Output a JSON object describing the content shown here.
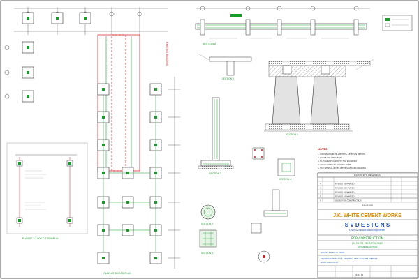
{
  "title_block": {
    "client_name": "J.K. WHITE CEMENT WORKS",
    "consultant_name": "S V D E S I G N S",
    "consultant_tagline": "Civil & Structural Engineers",
    "status": "FOR CONSTRUCTION",
    "project_name": "J.K. WHITE CEMENT WORKS",
    "project_location": "GOTAN,RAJASTHAN",
    "structure_name": "ACCEPTED DUTY SHED",
    "drawing_title_1": "FOUNDATION PLAN & FOOTING AND COLUMN DETAILS",
    "drawing_title_2": "REINFORCEMENT",
    "revision_header": "REVISION",
    "reference_header": "REFERENCE DRAWINGS",
    "date": "24.03.11",
    "accent_green": "#1a9c2a",
    "title_blue": "#1f4fbf",
    "client_orange": "#d98a00",
    "revisions": [
      {
        "no": "0",
        "text": "ISSUED FOR CONSTRUCTION"
      },
      {
        "no": "1",
        "text": "REVISED AS MARKED"
      },
      {
        "no": "2",
        "text": "REVISED AS MARKED"
      },
      {
        "no": "3",
        "text": "REVISED AS MARKED"
      },
      {
        "no": "4",
        "text": "REVISED AS MARKED"
      }
    ]
  },
  "views": {
    "section_aa": "SECTION A",
    "section_1": "SECTION 1",
    "section_2": "SECTION 2",
    "section_3": "SECTION 3",
    "section_4": "SECTION 4",
    "section_5": "SECTION 5",
    "section_6": "SECTION 6",
    "plan_main": "PLAN AT 60.000M LVL",
    "plan_small": "PLAN AT +3.000 & 7.000M LVL",
    "existing_building": "EXISTING BUILDING",
    "notes_heading": "NOTES"
  },
  "notes": [
    "1. DIMENSIONS IN MILLIMETRES, LEVELS IN METRES",
    "2. USE FE-500 STEEL BARS",
    "3. M-25 GRADE CONCRETE FOR RCC WORK",
    "4. CLEAR COVER TO FOOTING 50 MM",
    "5. FOR GENERAL NOTES REFER STANDARD DRAWING"
  ]
}
